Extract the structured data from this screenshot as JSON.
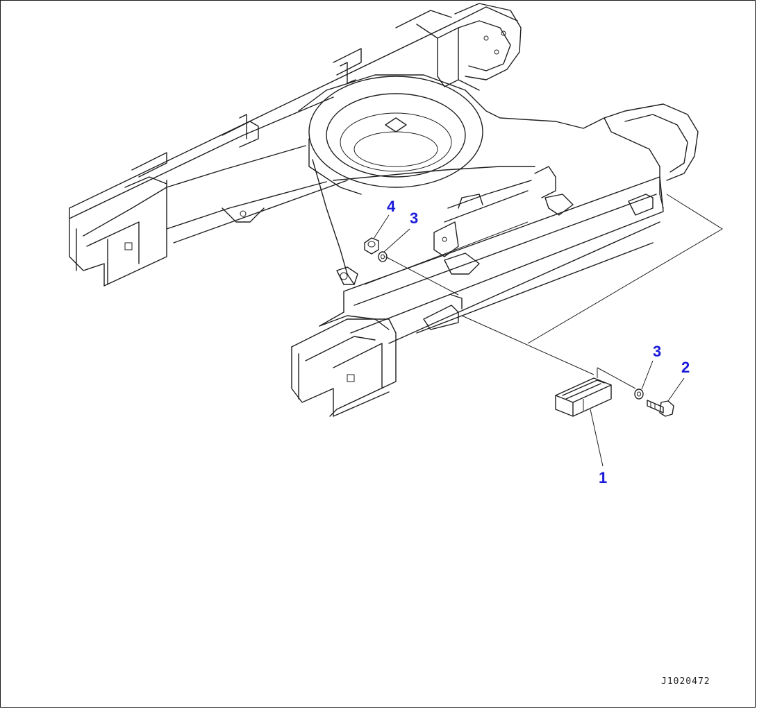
{
  "diagram": {
    "callouts": [
      {
        "id": "callout-4-nut",
        "label": "4"
      },
      {
        "id": "callout-3-washer-upper",
        "label": "3"
      },
      {
        "id": "callout-3-washer-lower",
        "label": "3"
      },
      {
        "id": "callout-2-bolt",
        "label": "2"
      },
      {
        "id": "callout-1-guard",
        "label": "1"
      }
    ],
    "drawing_code": "J1020472",
    "colors": {
      "line": "#1e1e1e",
      "callout": "#1a1adb",
      "background": "#ffffff"
    }
  }
}
